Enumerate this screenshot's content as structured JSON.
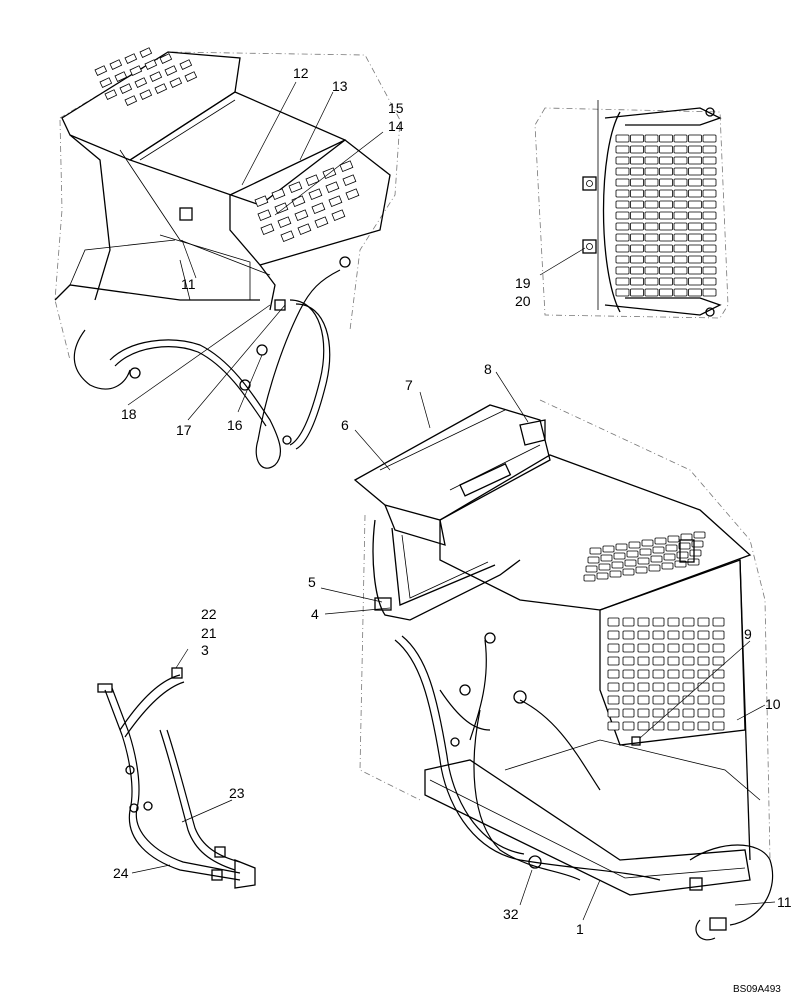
{
  "drawing_code": "BS09A493",
  "callouts": {
    "c12": "12",
    "c13": "13",
    "c15": "15",
    "c14": "14",
    "c11a": "11",
    "c18": "18",
    "c17": "17",
    "c16": "16",
    "c19": "19",
    "c20": "20",
    "c7": "7",
    "c8": "8",
    "c6": "6",
    "c5": "5",
    "c4": "4",
    "c22": "22",
    "c21": "21",
    "c3": "3",
    "c9": "9",
    "c10": "10",
    "c23": "23",
    "c24": "24",
    "c32": "32",
    "c1": "1",
    "c11b": "11"
  }
}
